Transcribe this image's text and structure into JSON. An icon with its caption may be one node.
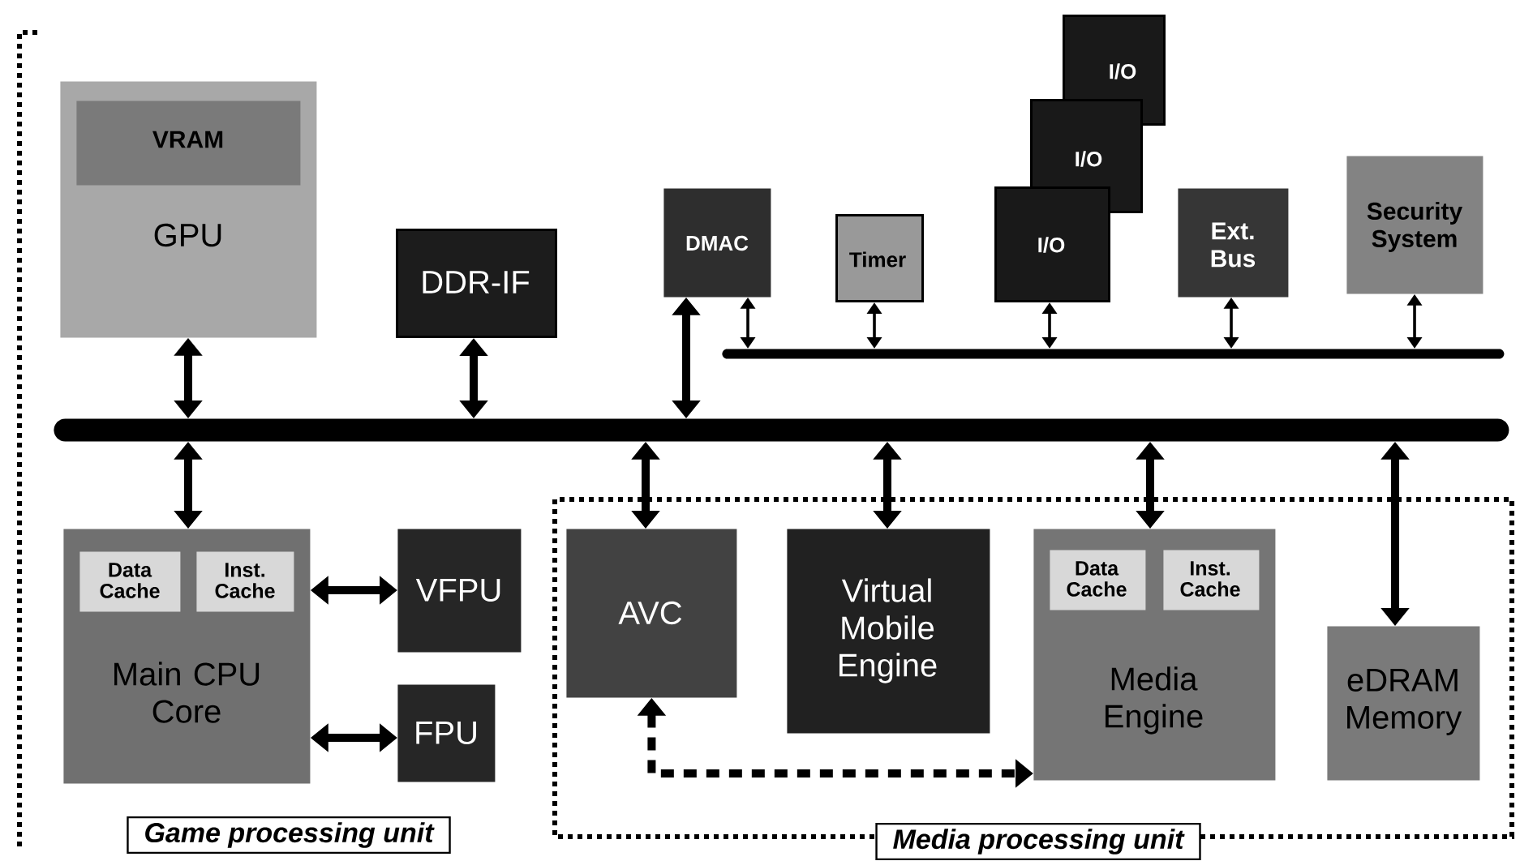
{
  "diagram": {
    "nodes": [
      {
        "text": [
          "Game processing unit"
        ]
      },
      {
        "text": [
          "GPU"
        ]
      },
      {
        "text": [
          "VRAM"
        ],
        "in": 1
      },
      {
        "text": [
          "DDR-IF"
        ]
      },
      {
        "text": [
          "DMAC"
        ]
      },
      {
        "text": [
          "Timer"
        ]
      },
      {
        "text": [
          "I/O"
        ]
      },
      {
        "text": [
          "I/O"
        ]
      },
      {
        "text": [
          "I/O"
        ]
      },
      {
        "text": [
          "Ext. Bus"
        ]
      },
      {
        "text": [
          "Security System"
        ]
      },
      {
        "text": [],
        "shape": "bar"
      },
      {
        "text": [],
        "shape": "bar"
      },
      {
        "text": [
          "Main CPU Core"
        ]
      },
      {
        "text": [
          "Data Cache"
        ],
        "in": 13
      },
      {
        "text": [
          "Inst. Cache"
        ],
        "in": 13
      },
      {
        "text": [
          "VFPU"
        ]
      },
      {
        "text": [
          "FPU"
        ]
      },
      {
        "text": [
          "Media processing unit"
        ]
      },
      {
        "text": [
          "AVC"
        ],
        "in": 18
      },
      {
        "text": [
          "Virtual Mobile Engine"
        ],
        "in": 18
      },
      {
        "text": [
          "Media Engine"
        ],
        "in": 18
      },
      {
        "text": [
          "Data Cache"
        ],
        "in": 21
      },
      {
        "text": [
          "Inst. Cache"
        ],
        "in": 21
      },
      {
        "text": [
          "eDRAM Memory"
        ],
        "in": 18
      }
    ],
    "edges": [
      {
        "from": 1,
        "to": 12,
        "arrow": "both"
      },
      {
        "from": 3,
        "to": 12,
        "arrow": "both"
      },
      {
        "from": 4,
        "to": 12,
        "arrow": "both"
      },
      {
        "from": 4,
        "to": 11,
        "arrow": "both"
      },
      {
        "from": 5,
        "to": 11,
        "arrow": "both"
      },
      {
        "from": 8,
        "to": 11,
        "arrow": "both"
      },
      {
        "from": 9,
        "to": 11,
        "arrow": "both"
      },
      {
        "from": 10,
        "to": 11,
        "arrow": "both"
      },
      {
        "from": 12,
        "to": 13,
        "arrow": "both"
      },
      {
        "from": 12,
        "to": 19,
        "arrow": "both"
      },
      {
        "from": 12,
        "to": 20,
        "arrow": "both"
      },
      {
        "from": 12,
        "to": 21,
        "arrow": "both"
      },
      {
        "from": 12,
        "to": 24,
        "arrow": "both"
      },
      {
        "from": 13,
        "to": 16,
        "arrow": "both"
      },
      {
        "from": 13,
        "to": 17,
        "arrow": "both"
      },
      {
        "from": 19,
        "to": 21,
        "arrow": "both",
        "style": "dashed"
      }
    ]
  }
}
